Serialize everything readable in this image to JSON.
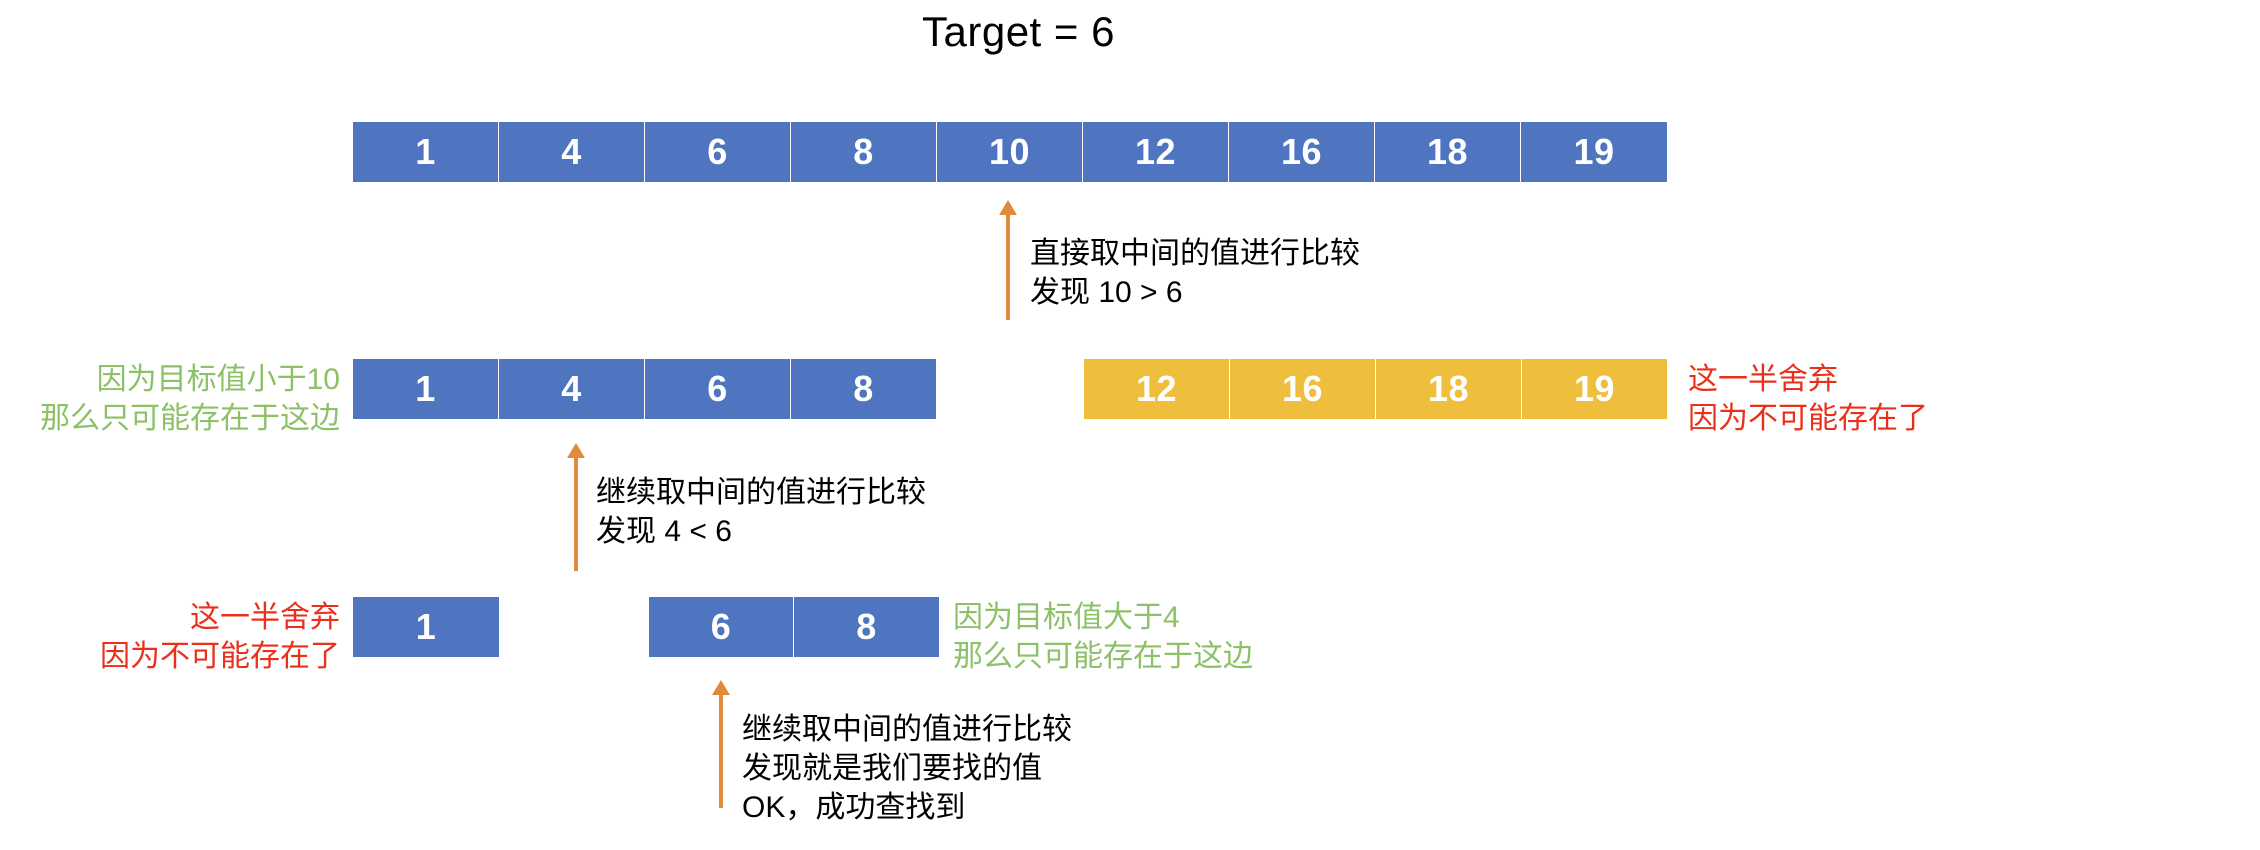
{
  "title": "Target = 6",
  "colors": {
    "blue": "#4f74c0",
    "amber": "#efbe3d",
    "arrow_orange": "#e08a3c",
    "green_text": "#8cc168",
    "red_text": "#e8301b",
    "cell_text": "#ffffff",
    "background": "#ffffff"
  },
  "chart_data": {
    "type": "diagram",
    "title": "Target = 6",
    "target": 6,
    "algorithm": "binary-search",
    "rows": [
      {
        "step": 1,
        "arrays": [
          {
            "color": "blue",
            "values": [
              1,
              4,
              6,
              8,
              10,
              12,
              16,
              18,
              19
            ]
          }
        ],
        "midpoint_value": 10,
        "comparison": "10 > 6"
      },
      {
        "step": 2,
        "arrays": [
          {
            "color": "blue",
            "values": [
              1,
              4,
              6,
              8
            ]
          },
          {
            "color": "amber",
            "values": [
              12,
              16,
              18,
              19
            ]
          }
        ],
        "midpoint_value": 4,
        "comparison": "4 < 6"
      },
      {
        "step": 3,
        "arrays": [
          {
            "color": "blue",
            "values": [
              1
            ]
          },
          {
            "color": "blue",
            "values": [
              6,
              8
            ]
          }
        ],
        "midpoint_value": 6,
        "comparison": "6 == 6"
      }
    ]
  },
  "row1": {
    "cells": [
      "1",
      "4",
      "6",
      "8",
      "10",
      "12",
      "16",
      "18",
      "19"
    ]
  },
  "row2": {
    "kept_cells": [
      "1",
      "4",
      "6",
      "8"
    ],
    "discarded_cells": [
      "12",
      "16",
      "18",
      "19"
    ],
    "left_label": {
      "line1": "因为目标值小于10",
      "line2": "那么只可能存在于这边"
    },
    "right_label": {
      "line1": "这一半舍弃",
      "line2": "因为不可能存在了"
    }
  },
  "row3": {
    "discarded_cells": [
      "1"
    ],
    "kept_cells": [
      "6",
      "8"
    ],
    "left_label": {
      "line1": "这一半舍弃",
      "line2": "因为不可能存在了"
    },
    "right_label": {
      "line1": "因为目标值大于4",
      "line2": "那么只可能存在于这边"
    }
  },
  "notes": {
    "note1": {
      "line1": "直接取中间的值进行比较",
      "line2": "发现 10 > 6"
    },
    "note2": {
      "line1": "继续取中间的值进行比较",
      "line2": "发现 4 < 6"
    },
    "note3": {
      "line1": "继续取中间的值进行比较",
      "line2": "发现就是我们要找的值",
      "line3": "OK，成功查找到"
    }
  }
}
